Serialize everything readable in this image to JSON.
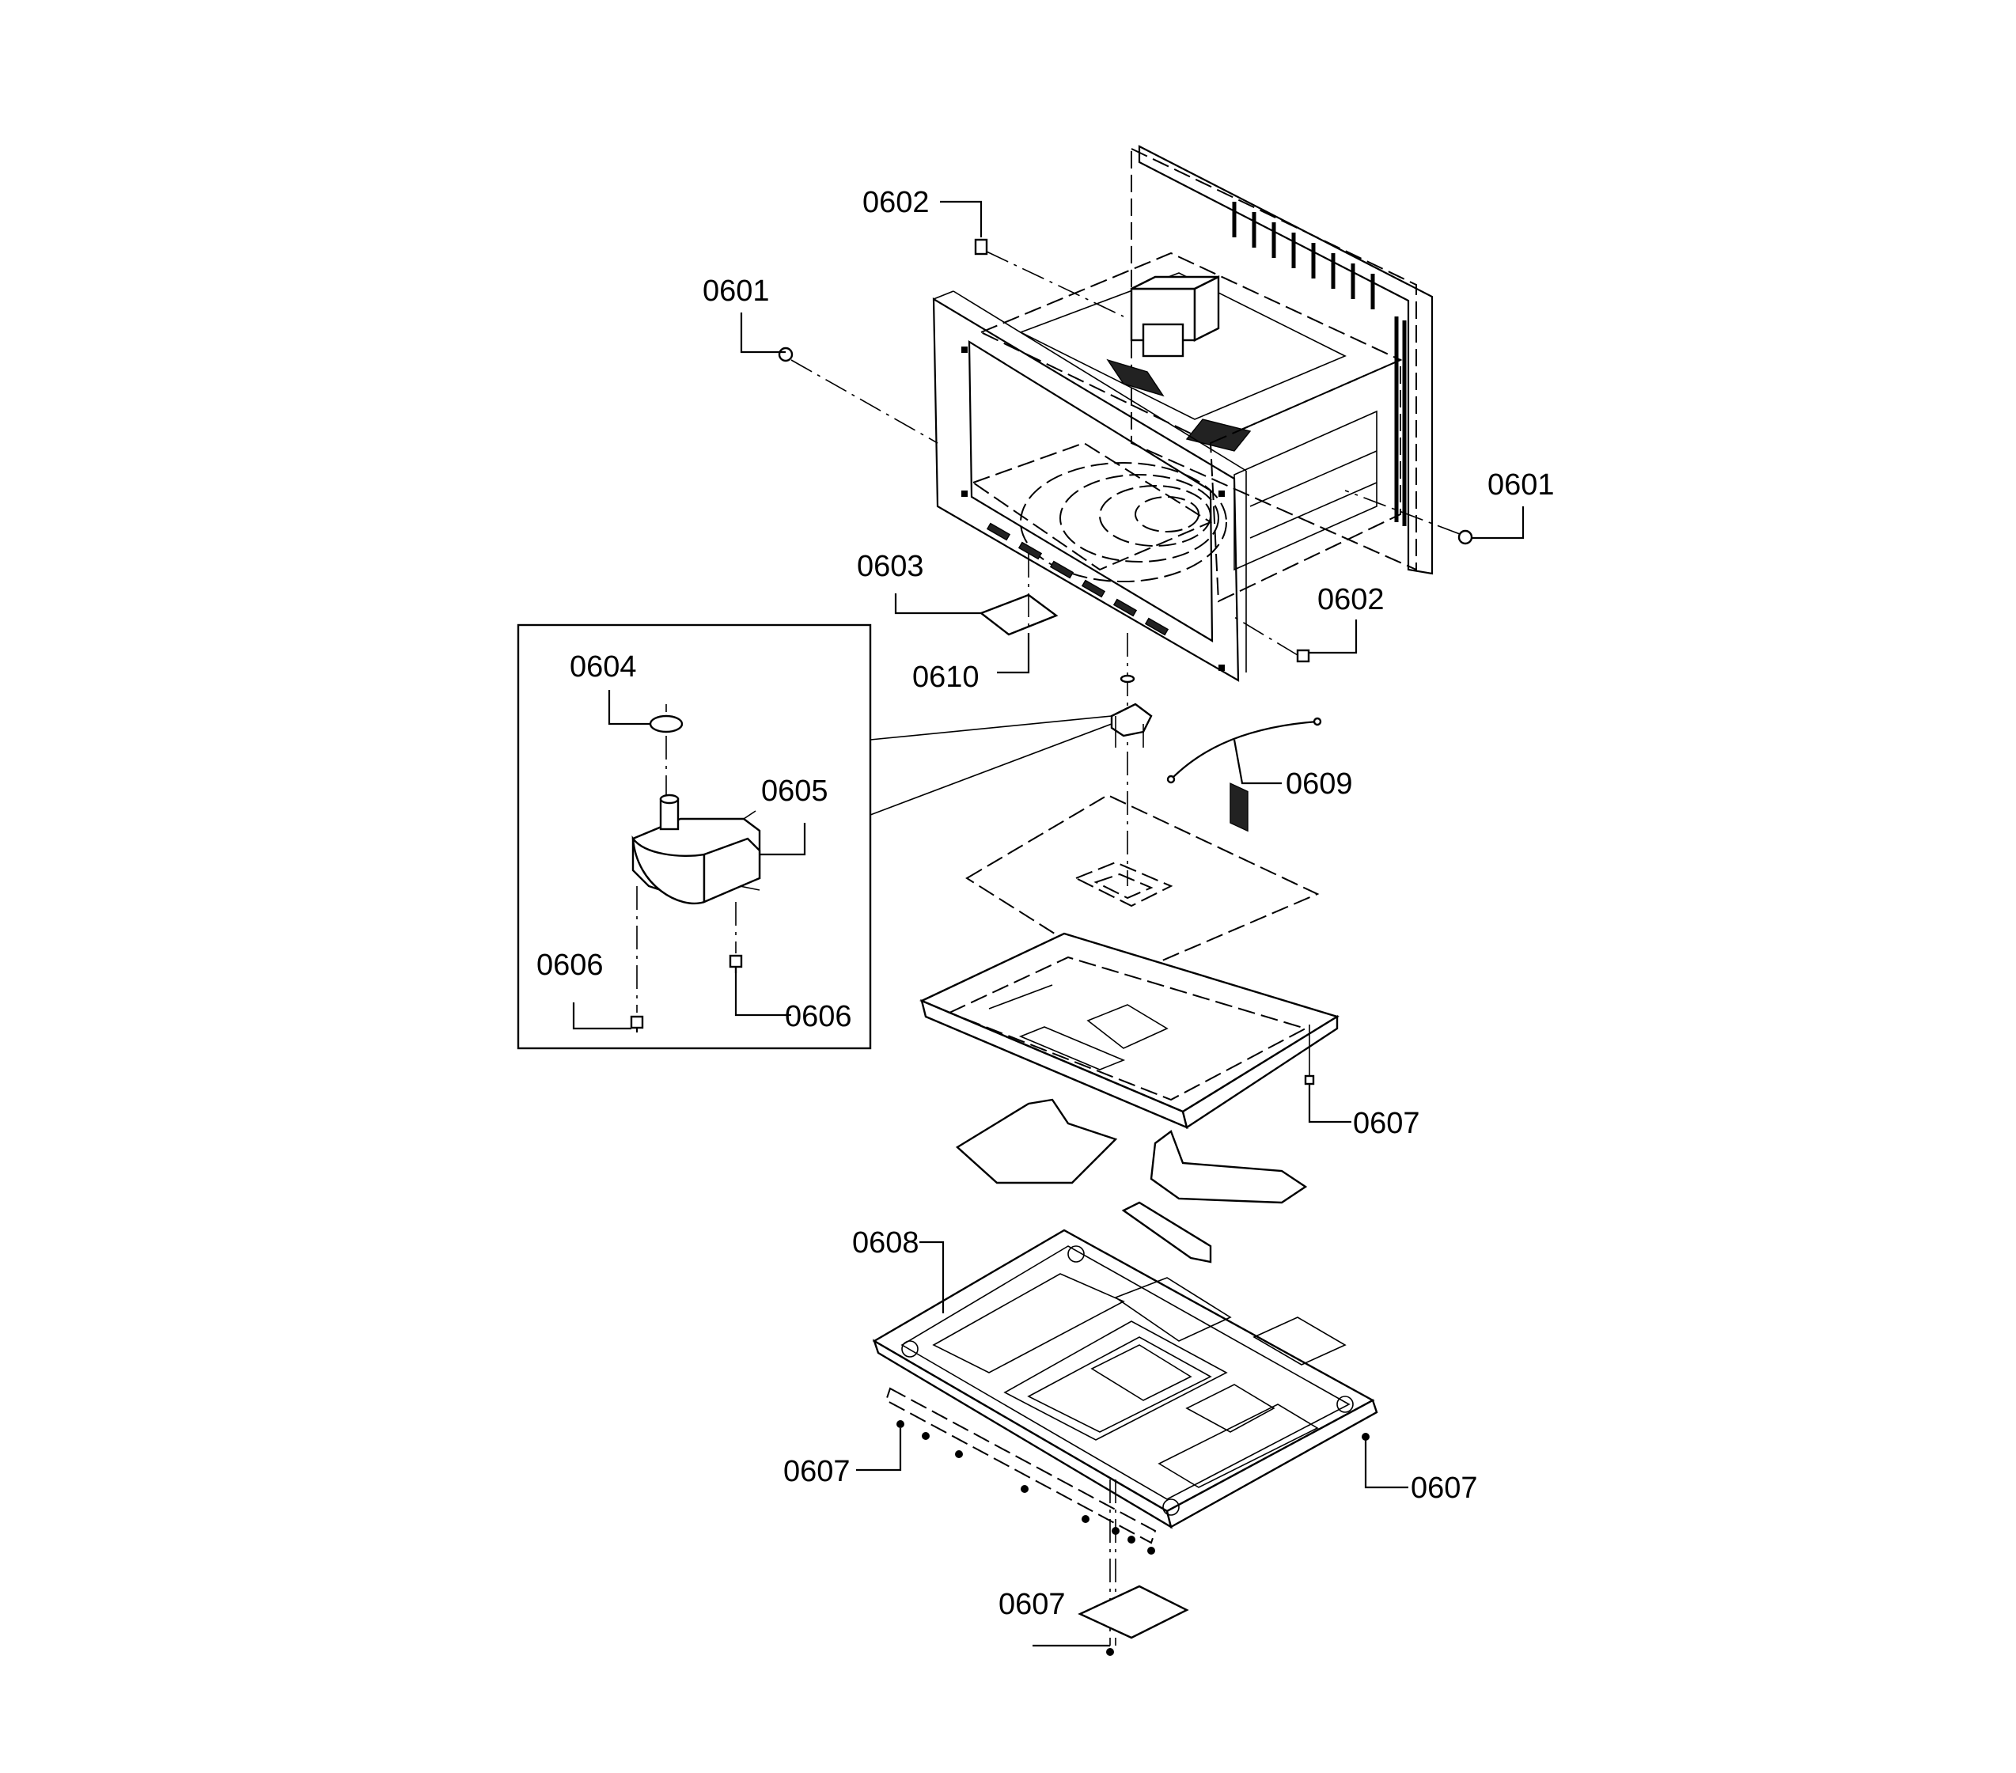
{
  "callouts": [
    {
      "id": "c1",
      "text": "0602"
    },
    {
      "id": "c2",
      "text": "0601"
    },
    {
      "id": "c3",
      "text": "0601"
    },
    {
      "id": "c4",
      "text": "0603"
    },
    {
      "id": "c5",
      "text": "0602"
    },
    {
      "id": "c6",
      "text": "0610"
    },
    {
      "id": "c7",
      "text": "0604"
    },
    {
      "id": "c8",
      "text": "0605"
    },
    {
      "id": "c9",
      "text": "0609"
    },
    {
      "id": "c10",
      "text": "0606"
    },
    {
      "id": "c11",
      "text": "0606"
    },
    {
      "id": "c12",
      "text": "0607"
    },
    {
      "id": "c13",
      "text": "0608"
    },
    {
      "id": "c14",
      "text": "0607"
    },
    {
      "id": "c15",
      "text": "0607"
    },
    {
      "id": "c16",
      "text": "0607"
    }
  ]
}
